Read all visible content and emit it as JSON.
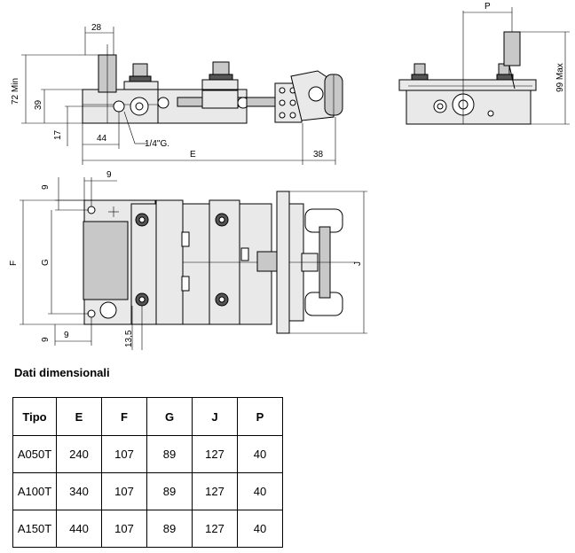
{
  "drawing": {
    "dims": {
      "d28": "28",
      "d72min": "72 Min",
      "d39": "39",
      "d17": "17",
      "d44": "44",
      "thread": "1/4\"G.",
      "dE": "E",
      "d38": "38",
      "dP": "P",
      "d99max": "99 Max",
      "d9a": "9",
      "d9b": "9",
      "d9c": "9",
      "d9d": "9",
      "dF": "F",
      "dG": "G",
      "dJ": "J",
      "d13_5": "13,5"
    }
  },
  "table": {
    "title": "Dati dimensionali",
    "headers": [
      "Tipo",
      "E",
      "F",
      "G",
      "J",
      "P"
    ],
    "rows": [
      [
        "A050T",
        "240",
        "107",
        "89",
        "127",
        "40"
      ],
      [
        "A100T",
        "340",
        "107",
        "89",
        "127",
        "40"
      ],
      [
        "A150T",
        "440",
        "107",
        "89",
        "127",
        "40"
      ]
    ]
  }
}
